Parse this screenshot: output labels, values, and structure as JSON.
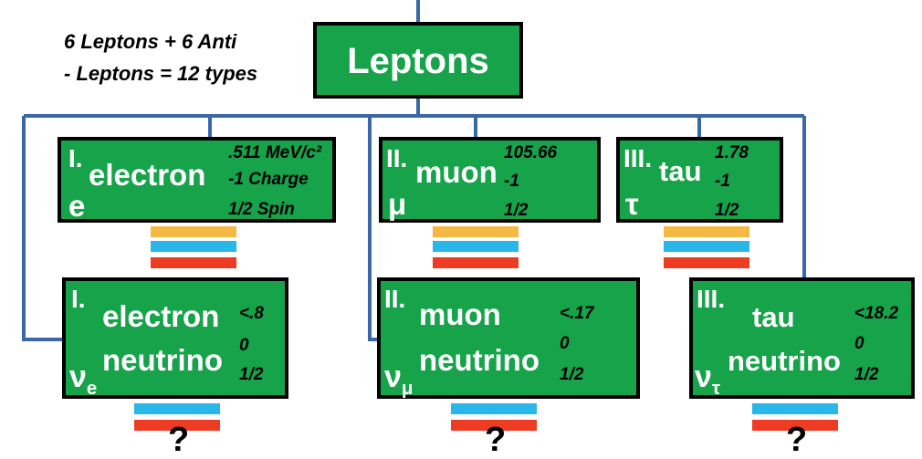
{
  "header_note": {
    "line1": "6 Leptons + 6 Anti",
    "line2": "- Leptons  = 12 types"
  },
  "root": {
    "label": "Leptons"
  },
  "charged": [
    {
      "gen": "I.",
      "name": "electron",
      "symbol": "e",
      "mass": ".511 MeV/c²",
      "charge": "-1 Charge",
      "spin": "1/2 Spin"
    },
    {
      "gen": "II.",
      "name": "muon",
      "symbol": "μ",
      "mass": "105.66",
      "charge": "-1",
      "spin": "1/2"
    },
    {
      "gen": "III.",
      "name": "tau",
      "symbol": "τ",
      "mass": "1.78",
      "charge": "-1",
      "spin": "1/2"
    }
  ],
  "neutrinos": [
    {
      "gen": "I.",
      "name1": "electron",
      "name2": "neutrino",
      "symbol": "ν",
      "symbol_sub": "e",
      "mass": "<.8",
      "charge": "0",
      "spin": "1/2",
      "question": "?"
    },
    {
      "gen": "II.",
      "name1": "muon",
      "name2": "neutrino",
      "symbol": "ν",
      "symbol_sub": "μ",
      "mass": "<.17",
      "charge": "0",
      "spin": "1/2",
      "question": "?"
    },
    {
      "gen": "III.",
      "name1": "tau",
      "name2": "neutrino",
      "symbol": "ν",
      "symbol_sub": "τ",
      "mass": "<18.2",
      "charge": "0",
      "spin": "1/2",
      "question": "?"
    }
  ],
  "colors": {
    "box": "#16a34a",
    "line": "#3a67a8",
    "yellow": "#f4b942",
    "blue": "#29b6e8",
    "red": "#ee3b24"
  }
}
